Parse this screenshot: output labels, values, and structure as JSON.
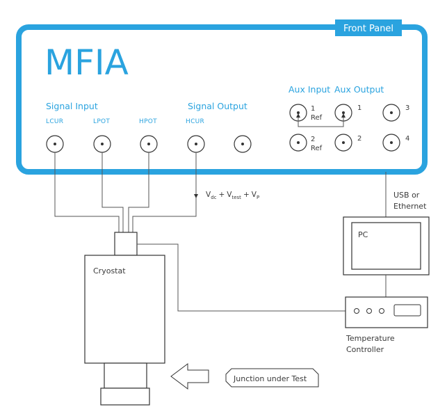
{
  "instrument": {
    "name": "MFIA",
    "panel_tag": "Front Panel"
  },
  "signal_input": {
    "heading": "Signal Input",
    "connectors": [
      "LCUR",
      "LPOT",
      "HPOT"
    ]
  },
  "signal_output": {
    "heading": "Signal Output",
    "connector": "HCUR"
  },
  "aux": {
    "input_heading": "Aux Input",
    "output_heading": "Aux Output",
    "input_labels": [
      {
        "num": "1",
        "sub": "Ref"
      },
      {
        "num": "2",
        "sub": "Ref"
      }
    ],
    "output_numbers": [
      "1",
      "2"
    ],
    "extra_numbers": [
      "3",
      "4"
    ]
  },
  "voltage_formula": {
    "v1": "V",
    "s1": "dc",
    "plus1": "+",
    "v2": "V",
    "s2": "test",
    "plus2": "+",
    "v3": "V",
    "s3": "P"
  },
  "link": {
    "line1": "USB or",
    "line2": "Ethernet"
  },
  "pc": {
    "label": "PC"
  },
  "temperature_controller": {
    "line1": "Temperature",
    "line2": "Controller"
  },
  "cryostat": {
    "label": "Cryostat"
  },
  "dut": {
    "label": "Junction under Test"
  },
  "colors": {
    "accent": "#2aa3df",
    "line": "#555555"
  }
}
